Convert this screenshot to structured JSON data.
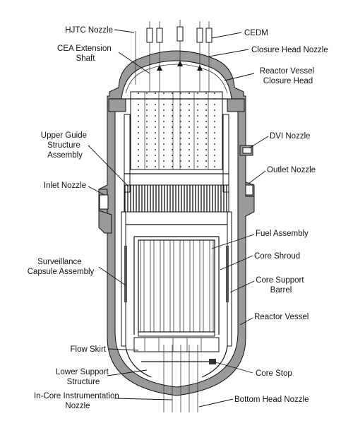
{
  "labels": {
    "hjtc_nozzle": "HJTC Nozzle",
    "cea_extension_shaft": [
      "CEA Extension",
      "Shaft"
    ],
    "cedm": "CEDM",
    "closure_head_nozzle": "Closure Head Nozzle",
    "reactor_vessel_closure_head": [
      "Reactor Vessel",
      "Closure Head"
    ],
    "upper_guide_structure_assembly": [
      "Upper Guide",
      "Structure",
      "Assembly"
    ],
    "dvi_nozzle": "DVI Nozzle",
    "outlet_nozzle": "Outlet Nozzle",
    "inlet_nozzle": "Inlet Nozzle",
    "fuel_assembly": "Fuel Assembly",
    "core_shroud": "Core Shroud",
    "surveillance_capsule_assembly": [
      "Surveillance",
      "Capsule Assembly"
    ],
    "core_support_barrel": [
      "Core Support",
      "Barrel"
    ],
    "reactor_vessel": "Reactor Vessel",
    "flow_skirt": "Flow Skirt",
    "lower_support_structure": [
      "Lower Support",
      "Structure"
    ],
    "core_stop": "Core Stop",
    "in_core_instrumentation_nozzle": [
      "In-Core Instrumentation",
      "Nozzle"
    ],
    "bottom_head_nozzle": "Bottom Head Nozzle"
  },
  "colors": {
    "wall": "#9a9a9a",
    "ink": "#111111"
  }
}
